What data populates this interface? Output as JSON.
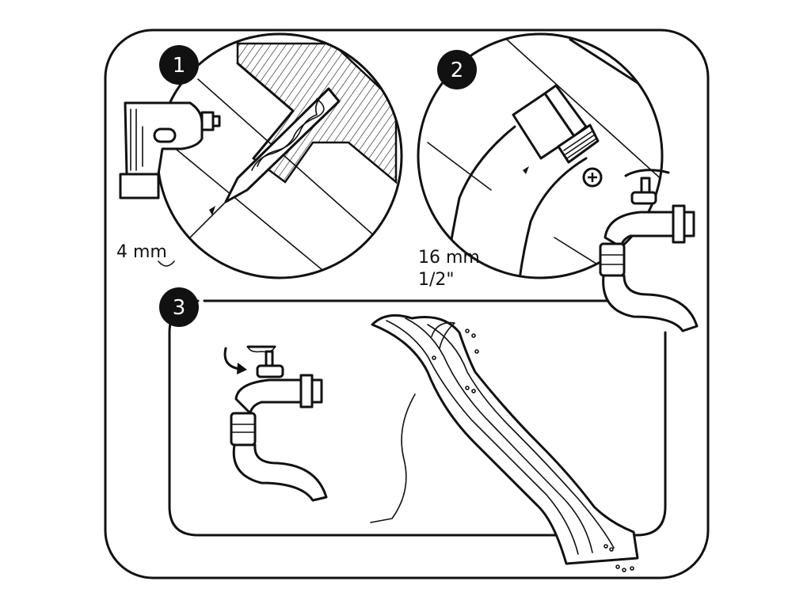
{
  "steps": [
    {
      "number": "1"
    },
    {
      "number": "2"
    },
    {
      "number": "3"
    }
  ],
  "step1": {
    "drill_size": "4 mm"
  },
  "step2": {
    "hose_size_mm": "16 mm",
    "hose_size_in": "1/2\""
  },
  "colors": {
    "line": "#111111",
    "background": "#ffffff"
  }
}
